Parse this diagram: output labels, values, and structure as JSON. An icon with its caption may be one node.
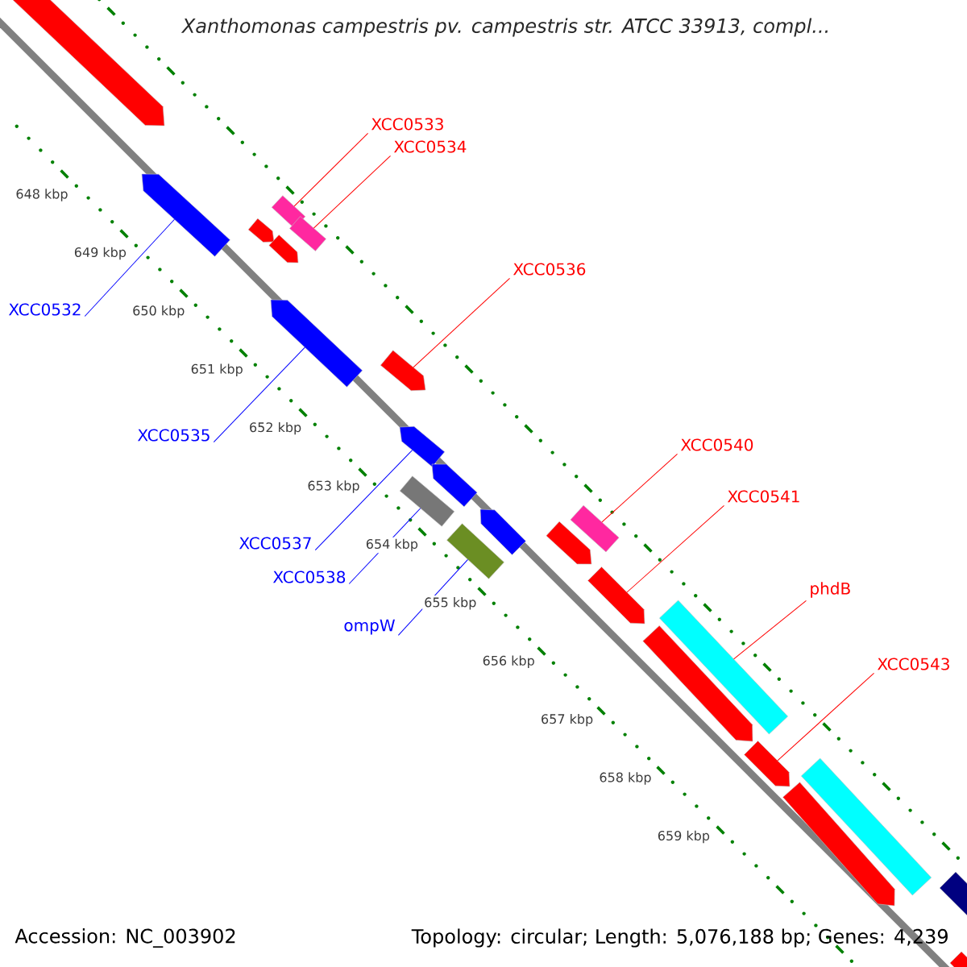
{
  "diagram": {
    "title": "Xanthomonas campestris pv. campestris str. ATCC 33913, compl...",
    "nodes": [
      {
        "text": [
          "XCC0533"
        ]
      },
      {
        "text": [
          "XCC0534"
        ]
      },
      {
        "text": [
          "XCC0532"
        ]
      },
      {
        "text": [
          "XCC0535"
        ]
      },
      {
        "text": [
          "XCC0536"
        ]
      },
      {
        "text": [
          "XCC0537"
        ]
      },
      {
        "text": [
          "XCC0538"
        ]
      },
      {
        "text": [
          "ompW"
        ]
      },
      {
        "text": [
          "XCC0540"
        ]
      },
      {
        "text": [
          "XCC0541"
        ]
      },
      {
        "text": [
          "phdB"
        ]
      },
      {
        "text": [
          "XCC0543"
        ]
      },
      {
        "text": [],
        "shape": "pentagon"
      },
      {
        "text": [],
        "shape": "pentagon"
      },
      {
        "text": [],
        "shape": "box"
      },
      {
        "text": [],
        "shape": "box"
      },
      {
        "text": [],
        "shape": "pentagon"
      },
      {
        "text": [],
        "shape": "pentagon"
      },
      {
        "text": [],
        "shape": "pentagon"
      },
      {
        "text": [],
        "shape": "pentagon"
      },
      {
        "text": [],
        "shape": "pentagon"
      },
      {
        "text": [],
        "shape": "pentagon"
      },
      {
        "text": [],
        "shape": "box"
      },
      {
        "text": [],
        "shape": "pentagon"
      },
      {
        "text": [],
        "shape": "box"
      },
      {
        "text": [],
        "shape": "pentagon"
      },
      {
        "text": [],
        "shape": "box"
      },
      {
        "text": [],
        "shape": "pentagon"
      },
      {
        "text": [],
        "shape": "pentagon"
      },
      {
        "text": [],
        "shape": "box"
      },
      {
        "text": [],
        "shape": "pentagon"
      },
      {
        "text": [],
        "shape": "pentagon"
      },
      {
        "text": [],
        "shape": "box"
      },
      {
        "text": [],
        "shape": "box"
      },
      {
        "text": [],
        "shape": "pentagon"
      }
    ],
    "edges": [
      {
        "from": 0,
        "to": 14,
        "arrow": "none"
      },
      {
        "from": 1,
        "to": 15,
        "arrow": "none"
      },
      {
        "from": 2,
        "to": 13,
        "arrow": "none",
        "color": "#0000ff"
      },
      {
        "from": 3,
        "to": 18,
        "arrow": "none",
        "color": "#0000ff"
      },
      {
        "from": 4,
        "to": 19,
        "arrow": "none"
      },
      {
        "from": 5,
        "to": 20,
        "arrow": "none",
        "color": "#0000ff"
      },
      {
        "from": 6,
        "to": 22,
        "arrow": "none",
        "color": "#0000ff"
      },
      {
        "from": 7,
        "to": 24,
        "arrow": "none",
        "color": "#0000ff"
      },
      {
        "from": 8,
        "to": 26,
        "arrow": "none"
      },
      {
        "from": 9,
        "to": 27,
        "arrow": "none"
      },
      {
        "from": 10,
        "to": 29,
        "arrow": "none"
      },
      {
        "from": 11,
        "to": 30,
        "arrow": "none"
      }
    ],
    "labels": [
      "648 kbp",
      "649 kbp",
      "650 kbp",
      "651 kbp",
      "652 kbp",
      "653 kbp",
      "654 kbp",
      "655 kbp",
      "656 kbp",
      "657 kbp",
      "658 kbp",
      "659 kbp",
      "Accession: NC_003902",
      "Topology: circular; Length: 5,076,188 bp; Genes: 4,239"
    ]
  }
}
